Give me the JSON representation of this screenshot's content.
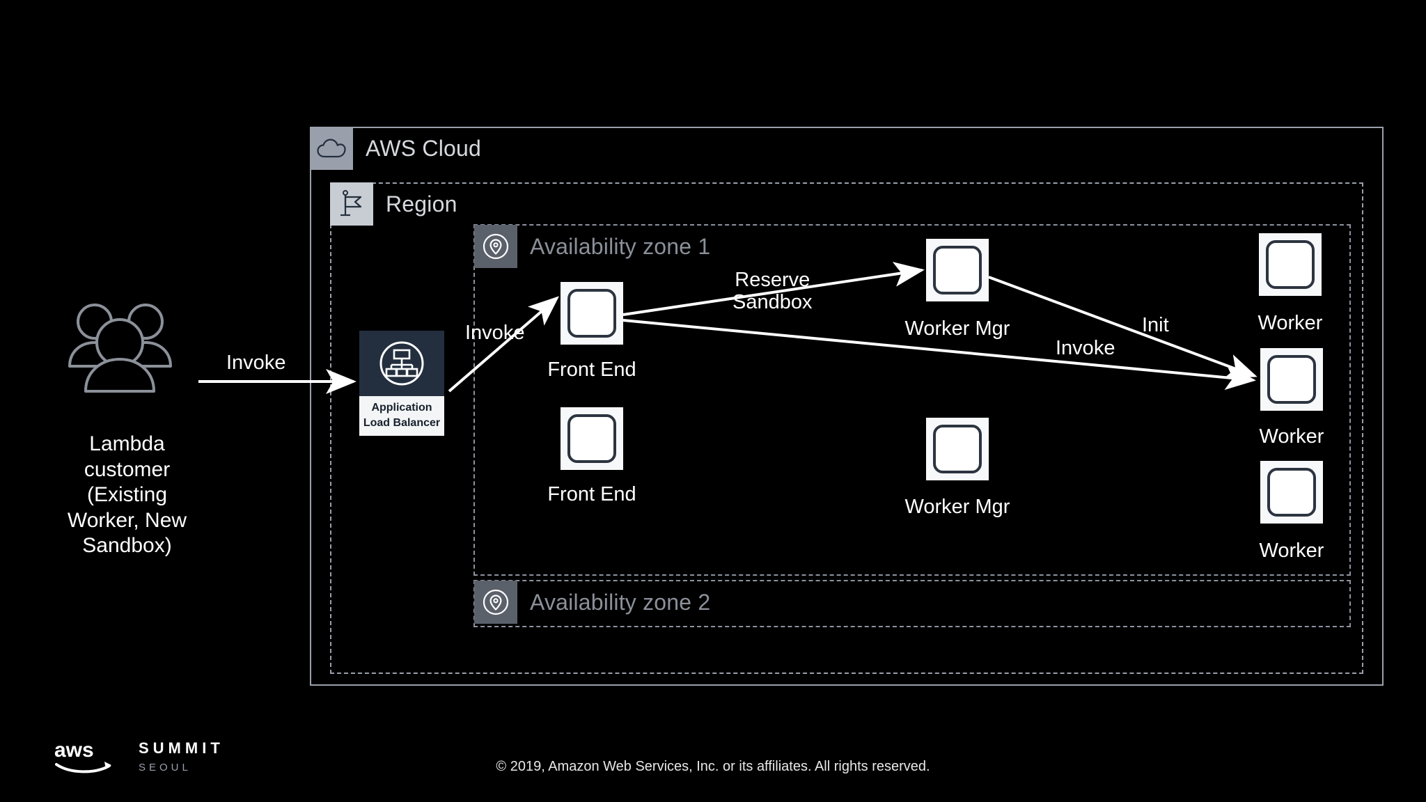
{
  "slide": {
    "background": "#000000",
    "accent_dark": "#232f3e",
    "border_gray": "#9aa0ab",
    "muted_text": "#8b9099"
  },
  "actor": {
    "icon": "users-icon",
    "caption": "Lambda\ncustomer\n(Existing\nWorker, New\nSandbox)"
  },
  "containers": {
    "cloud": {
      "label": "AWS Cloud",
      "icon": "cloud-icon"
    },
    "region": {
      "label": "Region",
      "icon": "flag-icon"
    },
    "az1": {
      "label": "Availability zone 1",
      "icon": "location-pin-icon"
    },
    "az2": {
      "label": "Availability zone 2",
      "icon": "location-pin-icon"
    }
  },
  "nodes": {
    "alb": {
      "label": "Application\nLoad Balancer",
      "label_line1": "Application",
      "label_line2": "Load Balancer",
      "icon": "load-balancer-icon"
    },
    "frontend_1": {
      "label": "Front End"
    },
    "frontend_2": {
      "label": "Front End"
    },
    "worker_mgr_1": {
      "label": "Worker Mgr"
    },
    "worker_mgr_2": {
      "label": "Worker Mgr"
    },
    "worker_1": {
      "label": "Worker"
    },
    "worker_2": {
      "label": "Worker"
    },
    "worker_3": {
      "label": "Worker"
    }
  },
  "edges": [
    {
      "id": "customer-to-alb",
      "label": "Invoke"
    },
    {
      "id": "alb-to-frontend",
      "label": "Invoke"
    },
    {
      "id": "frontend-to-worker-mgr",
      "label_line1": "Reserve",
      "label_line2": "Sandbox"
    },
    {
      "id": "worker-mgr-to-worker",
      "label": "Init"
    },
    {
      "id": "frontend-to-worker",
      "label": "Invoke"
    }
  ],
  "footer": {
    "logo": "aws-logo",
    "summit": "SUMMIT",
    "city": "SEOUL",
    "copyright": "© 2019, Amazon Web Services, Inc. or its affiliates. All rights reserved."
  }
}
